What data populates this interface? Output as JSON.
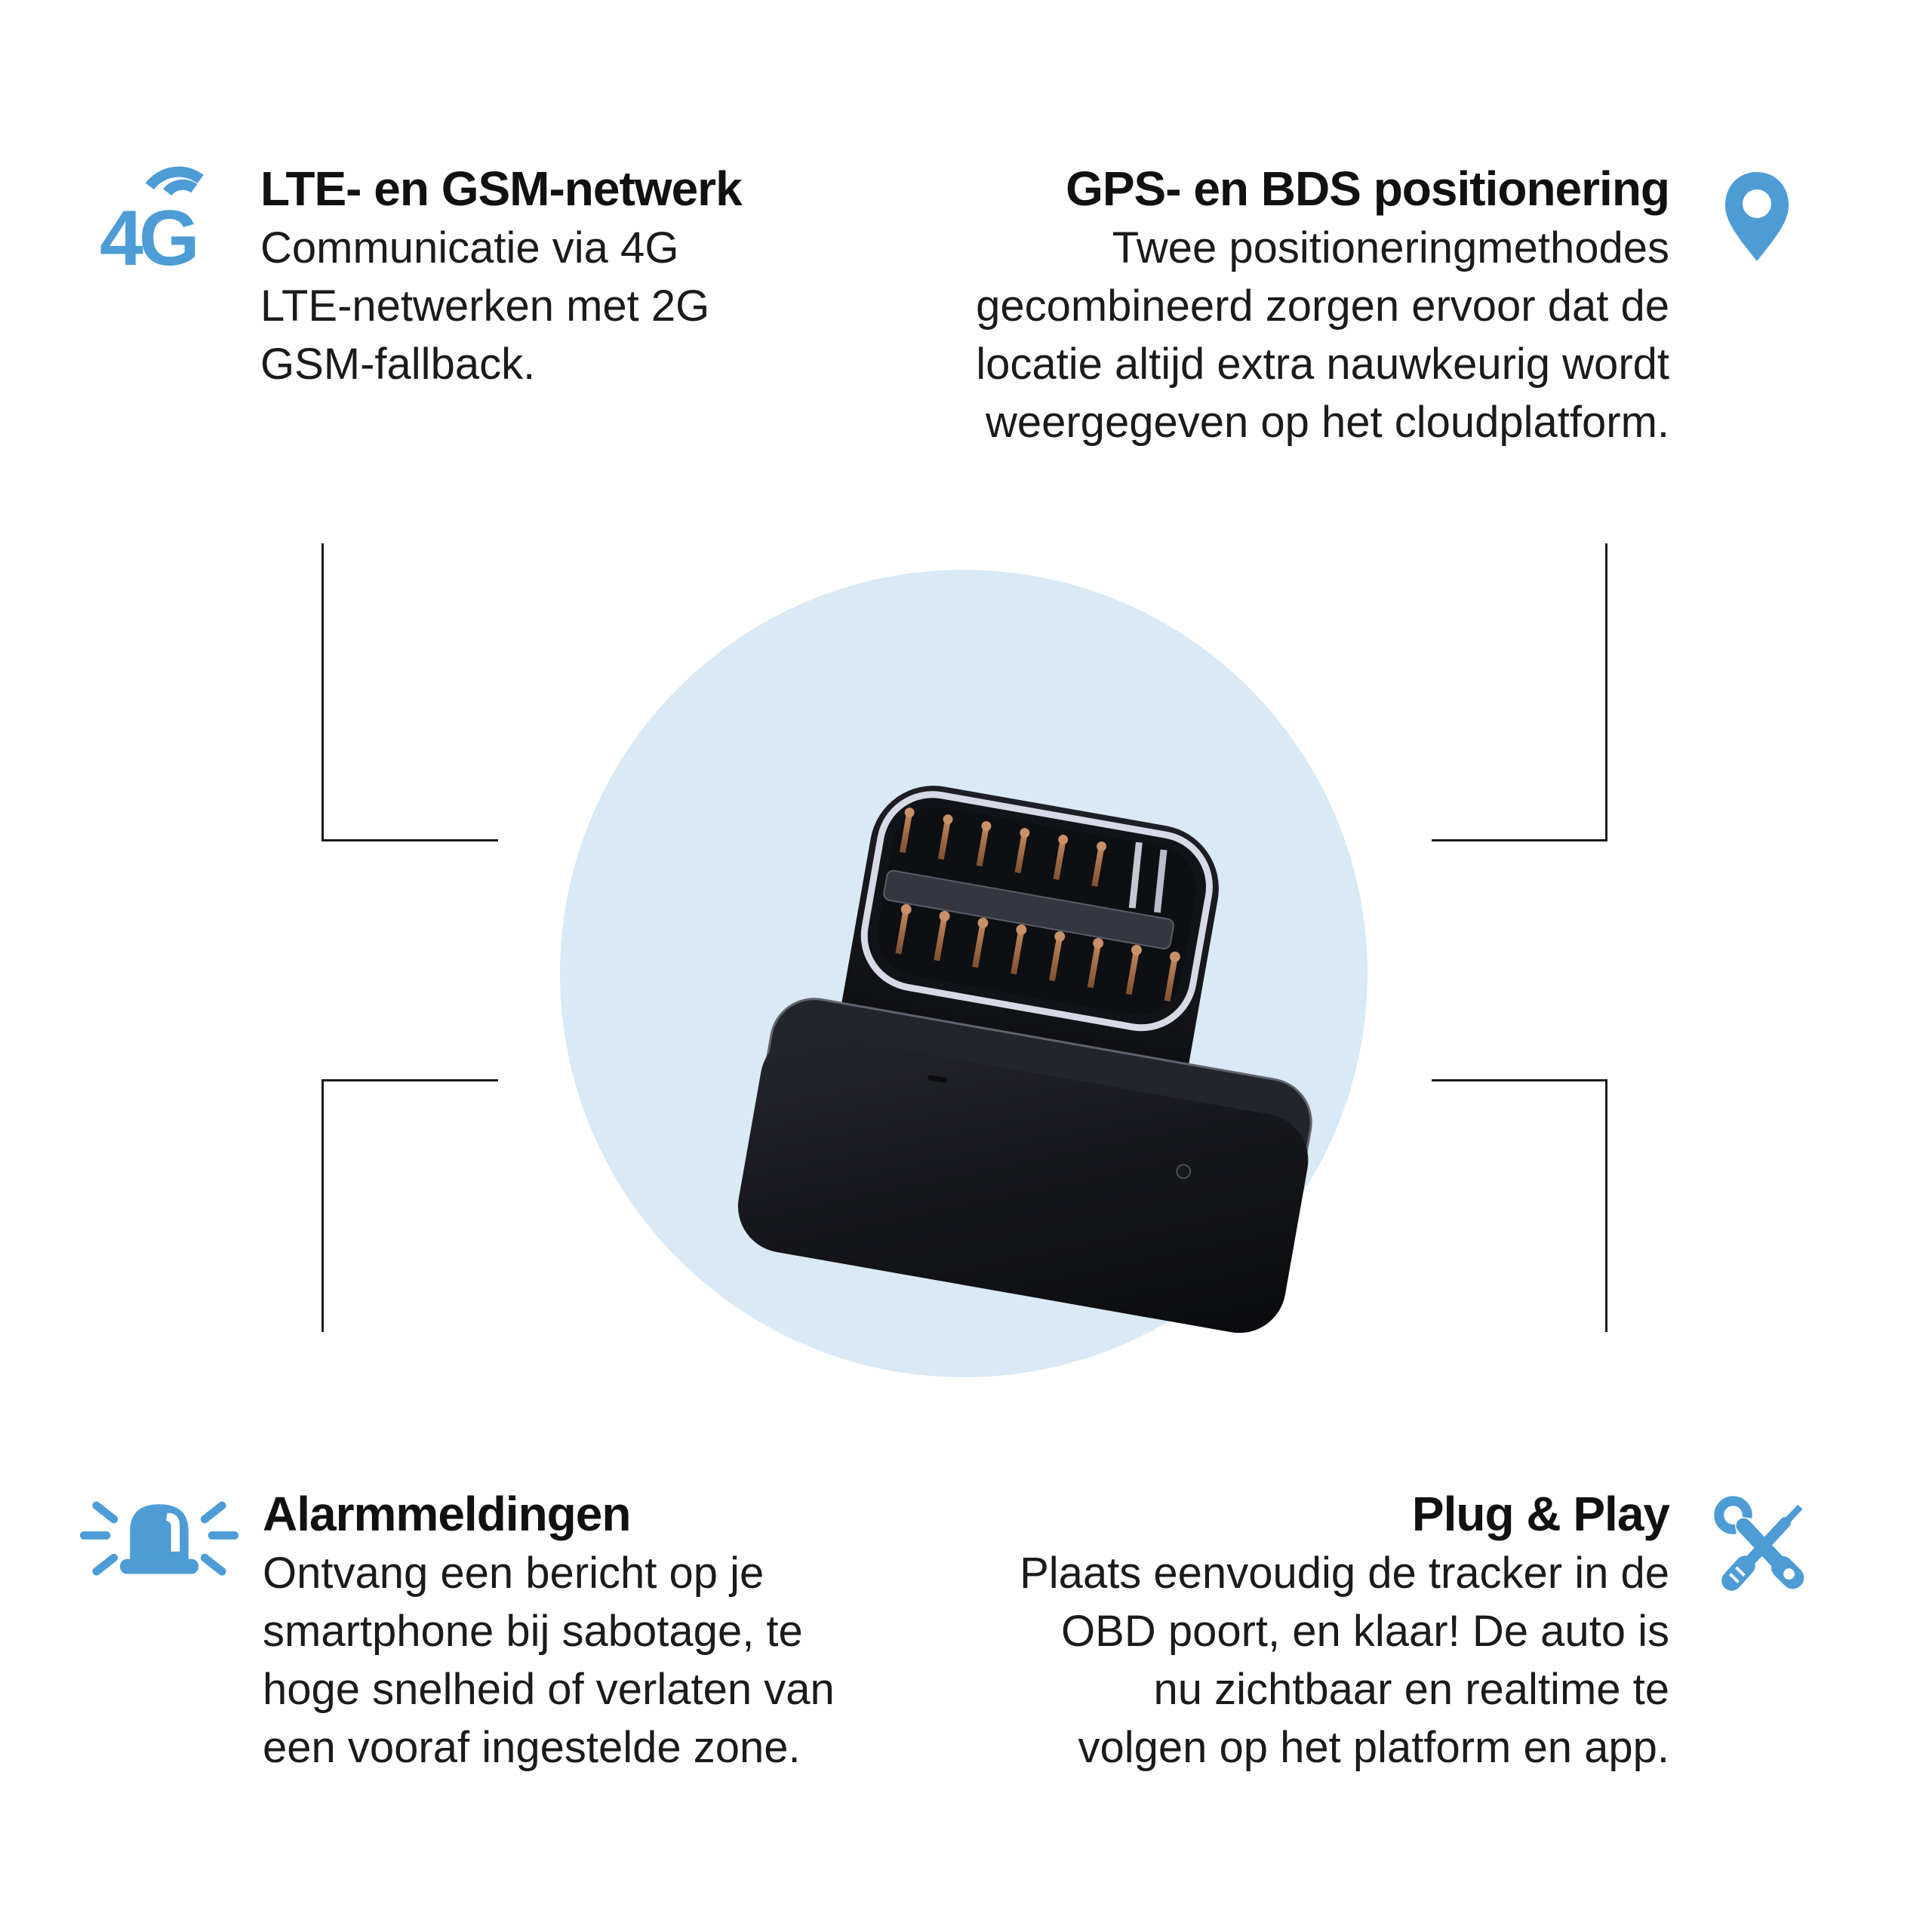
{
  "colors": {
    "accent_blue": "#4d9cd6",
    "circle_background": "#d9e9f6",
    "heading_text": "#111111",
    "body_text": "#1b1b1b",
    "connector_line": "#1a1a1a"
  },
  "center": {
    "device": "obd-gps-tracker"
  },
  "features": {
    "top_left": {
      "icon": "4g-signal-icon",
      "icon_label": "4G",
      "heading": "LTE- en GSM-netwerk",
      "lines": [
        "Communicatie via 4G",
        "LTE-netwerken met 2G",
        "GSM-fallback."
      ]
    },
    "top_right": {
      "icon": "location-pin-icon",
      "heading": "GPS- en BDS positionering",
      "lines": [
        "Twee positioneringmethodes",
        "gecombineerd zorgen ervoor dat de",
        "locatie altijd extra nauwkeurig wordt",
        "weergegeven op het cloudplatform."
      ]
    },
    "bottom_left": {
      "icon": "alarm-siren-icon",
      "heading": "Alarmmeldingen",
      "lines": [
        "Ontvang een bericht op je",
        "smartphone bij sabotage, te",
        "hoge snelheid of verlaten van",
        "een vooraf ingestelde zone."
      ]
    },
    "bottom_right": {
      "icon": "tools-icon",
      "heading": "Plug & Play",
      "lines": [
        "Plaats eenvoudig de tracker in de",
        "OBD poort, en klaar! De auto is",
        "nu zichtbaar en realtime te",
        "volgen op het platform en app."
      ]
    }
  }
}
